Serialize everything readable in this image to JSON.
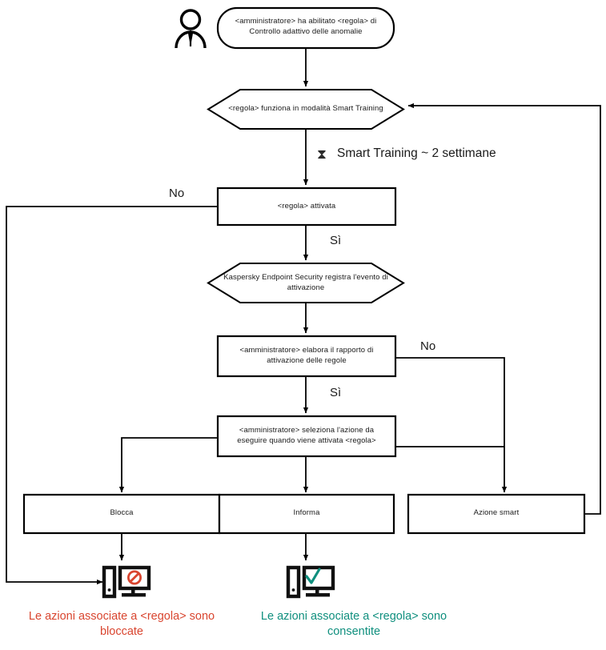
{
  "diagram": {
    "title": "Adaptive Anomaly Control rule flowchart",
    "colors": {
      "stroke": "#000000",
      "text": "#1a1a1a",
      "blocked": "#d9452f",
      "allowed": "#0f8f7e",
      "background": "#ffffff"
    },
    "actor": {
      "name": "administrator-person-icon",
      "label": ""
    },
    "nodes": [
      {
        "id": "start",
        "shape": "rounded-rectangle",
        "line1": "<amministratore> ha abilitato <regola> di",
        "line2": "Controllo adattivo delle anomalie"
      },
      {
        "id": "smart-training-mode",
        "shape": "hexagon",
        "line1": "<regola> funziona in modalità Smart Training",
        "line2": ""
      },
      {
        "id": "rule-activated",
        "shape": "rectangle",
        "line1": "<regola> attivata",
        "line2": ""
      },
      {
        "id": "kes-logs-event",
        "shape": "hexagon",
        "line1": "Kaspersky Endpoint Security registra l'evento di",
        "line2": "attivazione"
      },
      {
        "id": "admin-processes-report",
        "shape": "rectangle",
        "line1": "<amministratore> elabora il rapporto di",
        "line2": "attivazione delle regole"
      },
      {
        "id": "admin-selects-action",
        "shape": "rectangle",
        "line1": "<amministratore> seleziona l'azione da",
        "line2": "eseguire quando viene attivata <regola>"
      },
      {
        "id": "block",
        "shape": "rectangle",
        "line1": "Blocca",
        "line2": ""
      },
      {
        "id": "inform",
        "shape": "rectangle",
        "line1": "Informa",
        "line2": ""
      },
      {
        "id": "smart-action",
        "shape": "rectangle",
        "line1": "Azione smart",
        "line2": ""
      }
    ],
    "edge_labels": {
      "rule_activated_no": "No",
      "rule_activated_yes": "Sì",
      "report_no": "No",
      "report_yes": "Sì"
    },
    "notes": {
      "smart_training_duration": "Smart Training ~ 2 settimane",
      "hourglass_glyph": "⧗"
    },
    "outcome_icons": [
      {
        "name": "computer-blocked-icon",
        "badge": "prohibition",
        "badge_color": "#d9452f"
      },
      {
        "name": "computer-allowed-icon",
        "badge": "checkmark",
        "badge_color": "#0f8f7e"
      }
    ],
    "captions": {
      "blocked_line1": "Le azioni associate a <regola> sono",
      "blocked_line2": "bloccate",
      "allowed_line1": "Le azioni associate a <regola> sono",
      "allowed_line2": "consentite"
    }
  }
}
